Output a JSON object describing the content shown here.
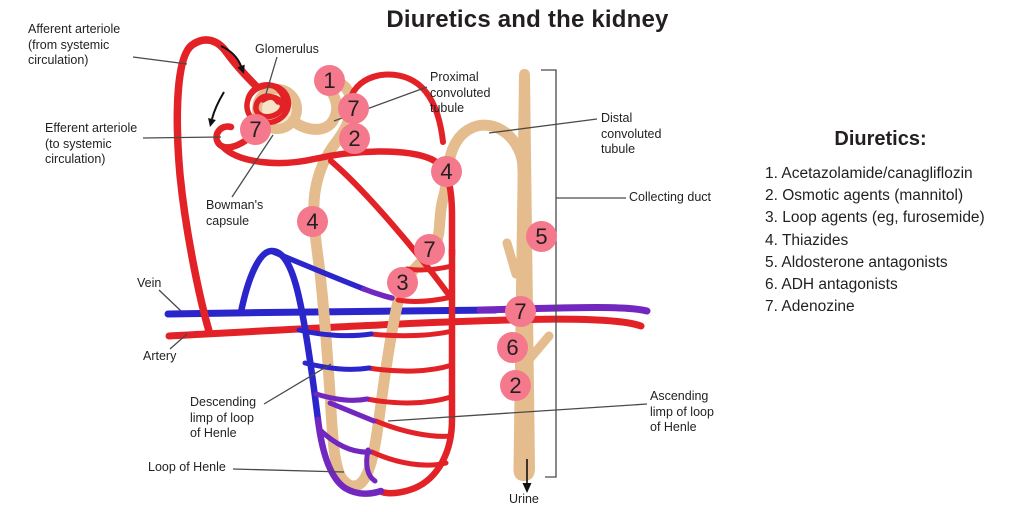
{
  "title": "Diuretics and the kidney",
  "legend": {
    "heading": "Diuretics:",
    "items": [
      "1. Acetazolamide/canagliflozin",
      "2. Osmotic agents (mannitol)",
      "3. Loop agents (eg, furosemide)",
      "4. Thiazides",
      "5. Aldosterone antagonists",
      "6. ADH antagonists",
      "7. Adenozine"
    ]
  },
  "labels": {
    "afferent_arteriole": "Afferent arteriole\n(from systemic\ncirculation)",
    "glomerulus": "Glomerulus",
    "efferent_arteriole": "Efferent arteriole\n(to systemic\ncirculation)",
    "bowmans_capsule": "Bowman's\ncapsule",
    "vein": "Vein",
    "artery": "Artery",
    "descending_limb": "Descending\nlimp of loop\nof Henle",
    "loop_of_henle": "Loop of Henle",
    "proximal_tubule": "Proximal\nconvoluted\ntubule",
    "distal_tubule": "Distal\nconvoluted\ntubule",
    "collecting_duct": "Collecting duct",
    "ascending_limb": "Ascending\nlimp of loop\nof Henle",
    "urine": "Urine"
  },
  "markers": [
    {
      "value": "1"
    },
    {
      "value": "7"
    },
    {
      "value": "2"
    },
    {
      "value": "7"
    },
    {
      "value": "4"
    },
    {
      "value": "4"
    },
    {
      "value": "7"
    },
    {
      "value": "3"
    },
    {
      "value": "5"
    },
    {
      "value": "7"
    },
    {
      "value": "6"
    },
    {
      "value": "2"
    }
  ],
  "colors": {
    "artery_red": "#E32227",
    "vein_blue": "#2B25CC",
    "vasa_recta_purple": "#7227BE",
    "tubule_tan": "#E4BC8D",
    "capsule_fill": "#F6E4C9",
    "marker_pink": "#F4798C",
    "ink": "#231F20"
  }
}
